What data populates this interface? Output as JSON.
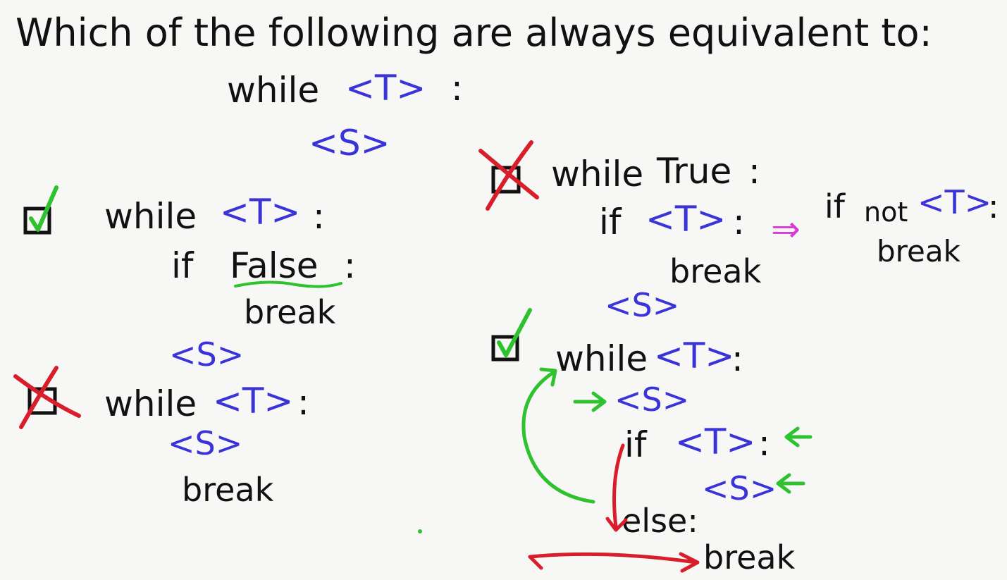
{
  "question": "Which of the following are always equivalent to:",
  "original": {
    "kw_while": "while",
    "cond": "<T>",
    "colon": ":",
    "body": "<S>"
  },
  "options": [
    {
      "mark": "checked",
      "lines": {
        "l1_kw": "while",
        "l1_cond": "<T>",
        "l1_colon": ":",
        "l2_kw": "if",
        "l2_cond": "False",
        "l2_colon": ":",
        "l3": "break",
        "l4": "<S>"
      }
    },
    {
      "mark": "crossed",
      "lines": {
        "l1_kw": "while",
        "l1_cond": "<T>",
        "l1_colon": ":",
        "l2": "<S>",
        "l3": "break"
      }
    },
    {
      "mark": "crossed",
      "lines": {
        "l1_kw": "while",
        "l1_cond": "True",
        "l1_colon": ":",
        "l2_kw": "if",
        "l2_cond": "<T>",
        "l2_colon": ":",
        "l3": "break",
        "l4": "<S>"
      },
      "note": {
        "arrow": "⇒",
        "kw_if": "if",
        "kw_not": "not",
        "cond": "<T>",
        "colon": ":",
        "break": "break"
      }
    },
    {
      "mark": "checked",
      "lines": {
        "l1_kw": "while",
        "l1_cond": "<T>",
        "l1_colon": ":",
        "l2": "<S>",
        "l3_kw": "if",
        "l3_cond": "<T>",
        "l3_colon": ":",
        "l4": "<S>",
        "l5": "else:",
        "l6": "break"
      }
    }
  ],
  "colors": {
    "ink": "#111111",
    "placeholder_blue": "#3a34d8",
    "check_green": "#2fc22f",
    "cross_red": "#d81e2a",
    "note_magenta": "#d83ad8",
    "background": "#f7f7f5"
  }
}
